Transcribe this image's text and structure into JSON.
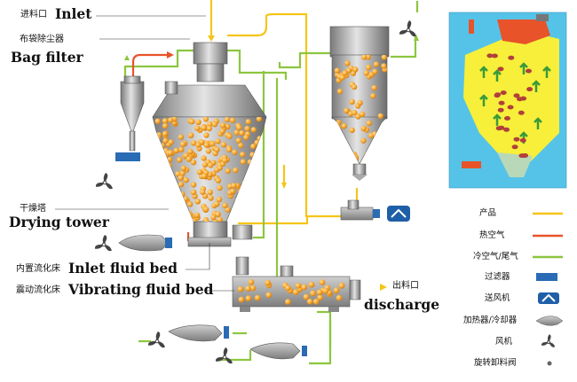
{
  "labels": {
    "inlet_cn": "进料口",
    "inlet_en": "Inlet",
    "bag_filter_cn": "布袋除尘器",
    "bag_filter_en": "Bag filter",
    "drying_tower_cn": "干燥塔",
    "drying_tower_en": "Drying tower",
    "inlet_fluid_bed_cn": "内置流化床",
    "inlet_fluid_bed_en": "Inlet fluid bed",
    "vibrating_bed_cn": "震动流化床",
    "vibrating_bed_en": "Vibrating fluid bed",
    "discharge_cn": "出料口",
    "discharge_en": "discharge"
  },
  "legend": [
    {
      "key": "product",
      "label": "产品",
      "symbol": "line",
      "color": "#f5c518"
    },
    {
      "key": "hot_air",
      "label": "热空气",
      "symbol": "line",
      "color": "#e8532a"
    },
    {
      "key": "cold_air",
      "label": "冷空气/尾气",
      "symbol": "line",
      "color": "#8cc63f"
    },
    {
      "key": "filter",
      "label": "过滤器",
      "symbol": "filter",
      "color": "#2a6bb5"
    },
    {
      "key": "blower",
      "label": "送风机",
      "symbol": "blower",
      "color": "#1f5fa8"
    },
    {
      "key": "heater_cooler",
      "label": "加热器/冷却器",
      "symbol": "heater",
      "color": "#888888"
    },
    {
      "key": "fan",
      "label": "风机",
      "symbol": "fan",
      "color": "#555555"
    },
    {
      "key": "rotary_valve",
      "label": "旋转卸料阀",
      "symbol": "valve",
      "color": "#555555"
    }
  ],
  "colors": {
    "product": "#f5c518",
    "hot_air": "#e8532a",
    "cold_air": "#8cc63f",
    "equipment": "#9a9a9a",
    "particle": "#f3a12a",
    "inset_bg": "#55c3e8",
    "inset_fill": "#f7ef3a"
  }
}
